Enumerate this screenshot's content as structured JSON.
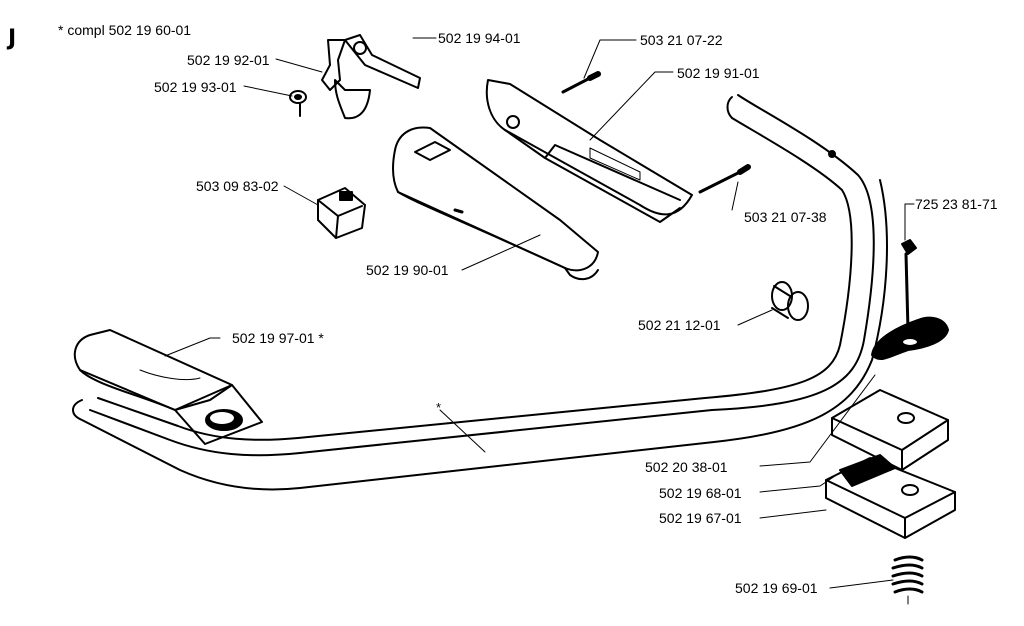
{
  "diagram": {
    "section_mark": "J",
    "kit_note": "* compl 502 19 60-01",
    "tube_star": "*",
    "parts": [
      {
        "id": "p1",
        "number": "502 19 94-01"
      },
      {
        "id": "p2",
        "number": "502 19 92-01"
      },
      {
        "id": "p3",
        "number": "502 19 93-01"
      },
      {
        "id": "p4",
        "number": "503 21 07-22"
      },
      {
        "id": "p5",
        "number": "502 19 91-01"
      },
      {
        "id": "p6",
        "number": "503 09 83-02"
      },
      {
        "id": "p7",
        "number": "503 21 07-38"
      },
      {
        "id": "p8",
        "number": "725 23 81-71"
      },
      {
        "id": "p9",
        "number": "502 19 90-01"
      },
      {
        "id": "p10",
        "number": "502 21 12-01"
      },
      {
        "id": "p11",
        "number": "502 19 97-01 *"
      },
      {
        "id": "p12",
        "number": "502 20 38-01"
      },
      {
        "id": "p13",
        "number": "502 19 68-01"
      },
      {
        "id": "p14",
        "number": "502 19 67-01"
      },
      {
        "id": "p15",
        "number": "502 19 69-01"
      }
    ]
  }
}
